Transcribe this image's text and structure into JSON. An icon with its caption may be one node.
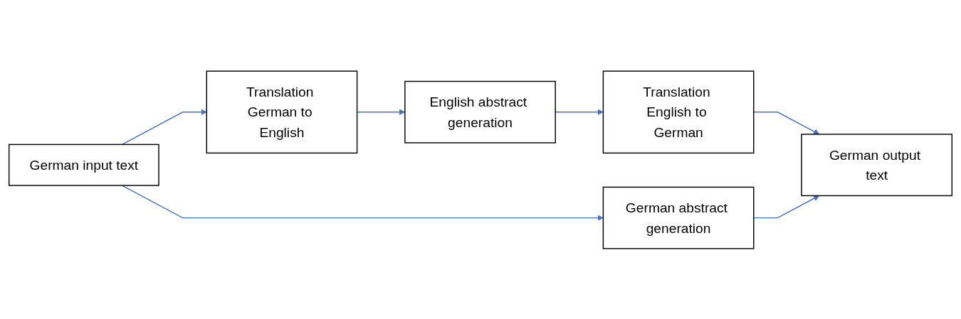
{
  "diagram": {
    "nodes": [
      {
        "text": [
          "German input text"
        ]
      },
      {
        "text": [
          "Translation German to English"
        ]
      },
      {
        "text": [
          "English abstract generation"
        ]
      },
      {
        "text": [
          "Translation English to German"
        ]
      },
      {
        "text": [
          "German output text"
        ]
      },
      {
        "text": [
          "German abstract generation"
        ]
      }
    ],
    "edges": [
      {
        "from": 0,
        "to": 1,
        "arrow": "to"
      },
      {
        "from": 1,
        "to": 2,
        "arrow": "to"
      },
      {
        "from": 2,
        "to": 3,
        "arrow": "to"
      },
      {
        "from": 3,
        "to": 4,
        "arrow": "to"
      },
      {
        "from": 0,
        "to": 5,
        "arrow": "to"
      },
      {
        "from": 5,
        "to": 4,
        "arrow": "to"
      }
    ]
  }
}
